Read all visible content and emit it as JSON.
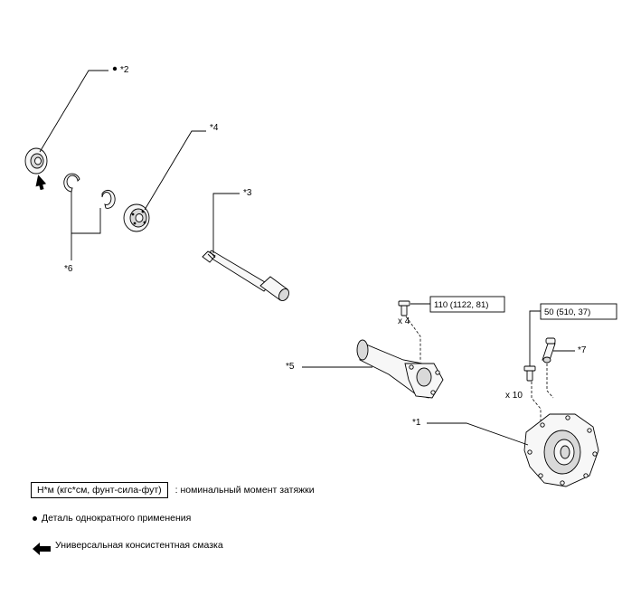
{
  "callouts": {
    "c1": "*1",
    "c2": "*2",
    "c3": "*3",
    "c4": "*4",
    "c5": "*5",
    "c6": "*6",
    "c7": "*7"
  },
  "torque": {
    "bolt_a_value": "110 (1122, 81)",
    "bolt_a_qty": "x 4",
    "bolt_b_value": "50 (510, 37)",
    "bolt_b_qty": "x 10"
  },
  "legend": {
    "torque_box": "Н*м (кгс*см, фунт-сила-фут)",
    "torque_desc": ": номинальный момент затяжки",
    "non_reusable": "Деталь однократного применения",
    "grease": "Универсальная консистентная смазка"
  }
}
